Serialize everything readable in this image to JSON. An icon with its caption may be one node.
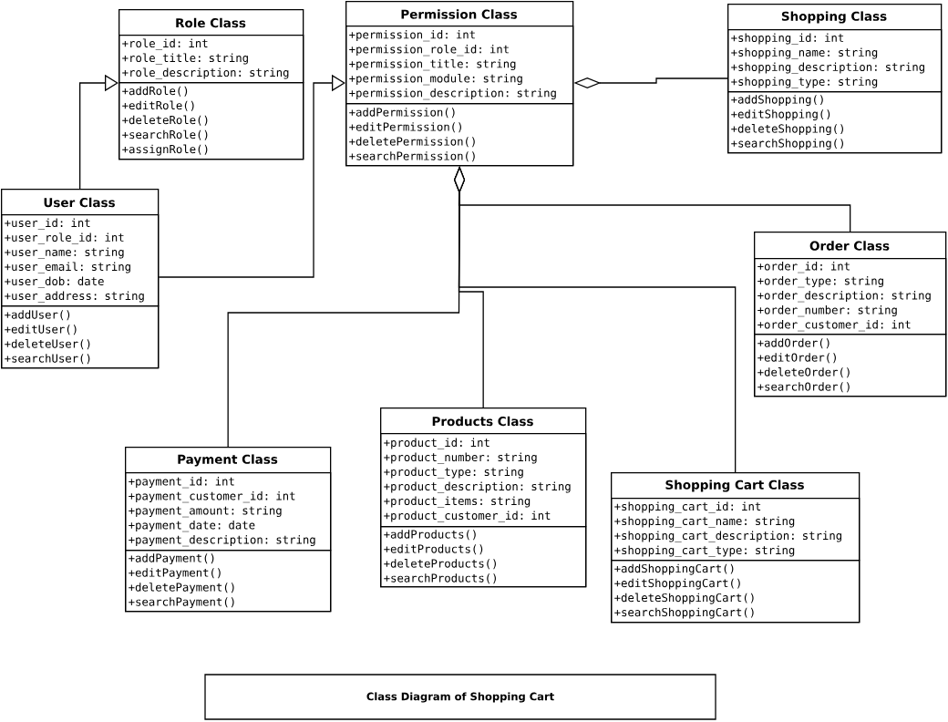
{
  "diagram": {
    "title": "Class Diagram of Shopping Cart",
    "nodes": [
      {
        "text": [
          "Role Class"
        ]
      },
      {
        "text": [
          "+role_id: int",
          "+role_title: string",
          "+role_description: string"
        ],
        "in": 0
      },
      {
        "text": [
          "+addRole()",
          "+editRole()",
          "+deleteRole()",
          "+searchRole()",
          "+assignRole()"
        ],
        "in": 0
      },
      {
        "text": [
          "Permission Class"
        ]
      },
      {
        "text": [
          "+permission_id: int",
          "+permission_role_id: int",
          "+permission_title: string",
          "+permission_module: string",
          "+permission_description: string"
        ],
        "in": 3
      },
      {
        "text": [
          "+addPermission()",
          "+editPermission()",
          "+deletePermission()",
          "+searchPermission()"
        ],
        "in": 3
      },
      {
        "text": [
          "Shopping Class"
        ]
      },
      {
        "text": [
          "+shopping_id: int",
          "+shopping_name: string",
          "+shopping_description: string",
          "+shopping_type: string"
        ],
        "in": 6
      },
      {
        "text": [
          "+addShopping()",
          "+editShopping()",
          "+deleteShopping()",
          "+searchShopping()"
        ],
        "in": 6
      },
      {
        "text": [
          "User Class"
        ]
      },
      {
        "text": [
          "+user_id: int",
          "+user_role_id: int",
          "+user_name: string",
          "+user_email: string",
          "+user_dob: date",
          "+user_address: string"
        ],
        "in": 9
      },
      {
        "text": [
          "+addUser()",
          "+editUser()",
          "+deleteUser()",
          "+searchUser()"
        ],
        "in": 9
      },
      {
        "text": [
          "Order Class"
        ]
      },
      {
        "text": [
          "+order_id: int",
          "+order_type: string",
          "+order_description: string",
          "+order_number: string",
          "+order_customer_id: int"
        ],
        "in": 12
      },
      {
        "text": [
          "+addOrder()",
          "+editOrder()",
          "+deleteOrder()",
          "+searchOrder()"
        ],
        "in": 12
      },
      {
        "text": [
          "Products Class"
        ]
      },
      {
        "text": [
          "+product_id: int",
          "+product_number: string",
          "+product_type: string",
          "+product_description: string",
          "+product_items: string",
          "+product_customer_id: int"
        ],
        "in": 15
      },
      {
        "text": [
          "+addProducts()",
          "+editProducts()",
          "+deleteProducts()",
          "+searchProducts()"
        ],
        "in": 15
      },
      {
        "text": [
          "Payment Class"
        ]
      },
      {
        "text": [
          "+payment_id: int",
          "+payment_customer_id: int",
          "+payment_amount: string",
          "+payment_date: date",
          "+payment_description: string"
        ],
        "in": 18
      },
      {
        "text": [
          "+addPayment()",
          "+editPayment()",
          "+deletePayment()",
          "+searchPayment()"
        ],
        "in": 18
      },
      {
        "text": [
          "Shopping Cart Class"
        ]
      },
      {
        "text": [
          "+shopping_cart_id: int",
          "+shopping_cart_name: string",
          "+shopping_cart_description: string",
          "+shopping_cart_type: string"
        ],
        "in": 21
      },
      {
        "text": [
          "+addShoppingCart()",
          "+editShoppingCart()",
          "+deleteShoppingCart()",
          "+searchShoppingCart()"
        ],
        "in": 21
      }
    ],
    "edges": [
      {
        "from": 9,
        "to": 0,
        "arrow": "to"
      },
      {
        "from": 9,
        "to": 3,
        "arrow": "to"
      },
      {
        "from": 6,
        "to": 3,
        "arrow": "other"
      },
      {
        "from": 12,
        "to": 3,
        "arrow": "other"
      },
      {
        "from": 15,
        "to": 3,
        "arrow": "other"
      },
      {
        "from": 18,
        "to": 3,
        "arrow": "other"
      },
      {
        "from": 21,
        "to": 3,
        "arrow": "other"
      }
    ]
  }
}
